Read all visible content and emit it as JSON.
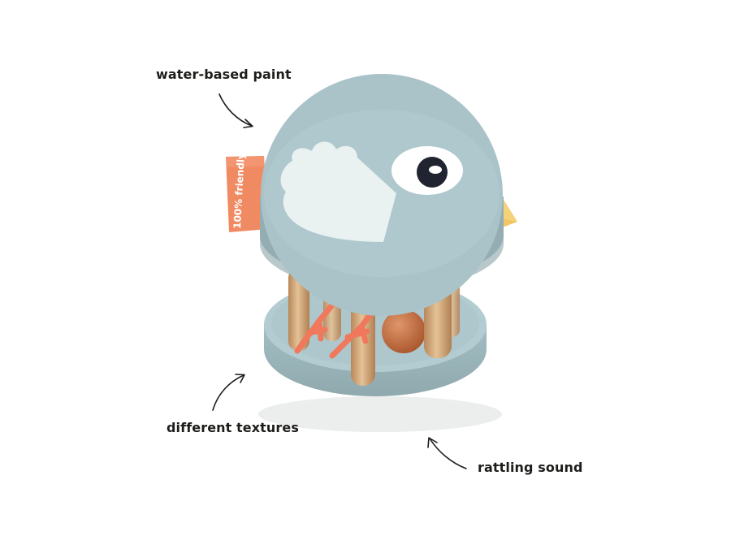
{
  "callouts": {
    "paint": "water-based paint",
    "textures": "different textures",
    "sound": "rattling sound"
  },
  "product": {
    "tag_text": "100% friendly",
    "colors": {
      "body": "#a9c3c8",
      "body_shadow": "#93adb2",
      "wing": "#e9f1f1",
      "eye": "#1f2430",
      "beak": "#f2c565",
      "tag": "#f08a63",
      "ribbon": "#f0785c",
      "wood": "#d9b07e",
      "ball": "#c9703e"
    }
  }
}
